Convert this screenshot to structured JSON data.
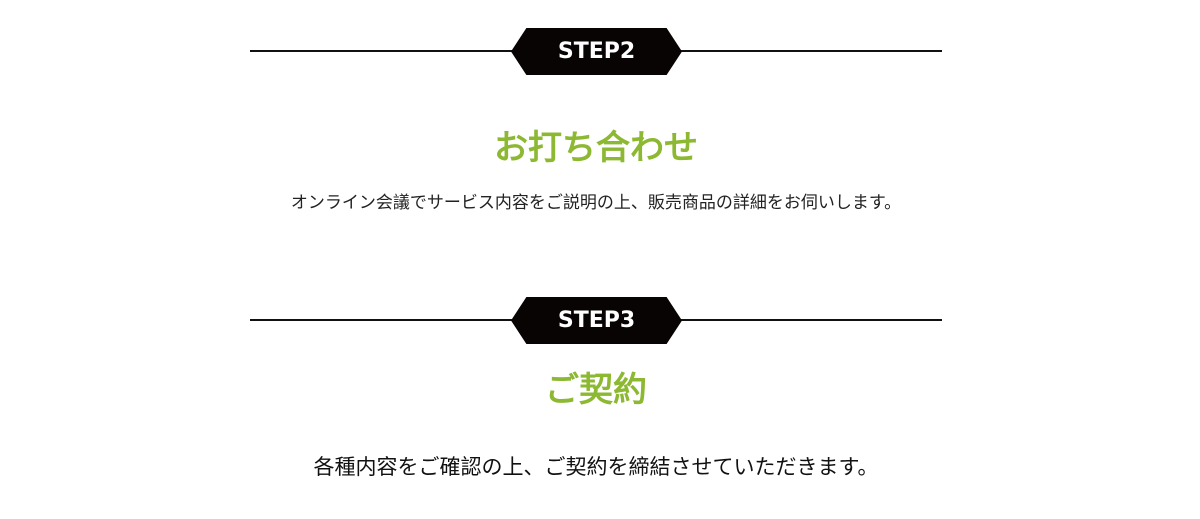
{
  "steps": [
    {
      "label": "STEP2",
      "title": "お打ち合わせ",
      "description": "オンライン会議でサービス内容をご説明の上、販売商品の詳細をお伺いします。"
    },
    {
      "label": "STEP3",
      "title": "ご契約",
      "description": "各種内容をご確認の上、ご契約を締結させていただきます。"
    }
  ],
  "colors": {
    "accent": "#8cb832",
    "badge": "#080404"
  }
}
